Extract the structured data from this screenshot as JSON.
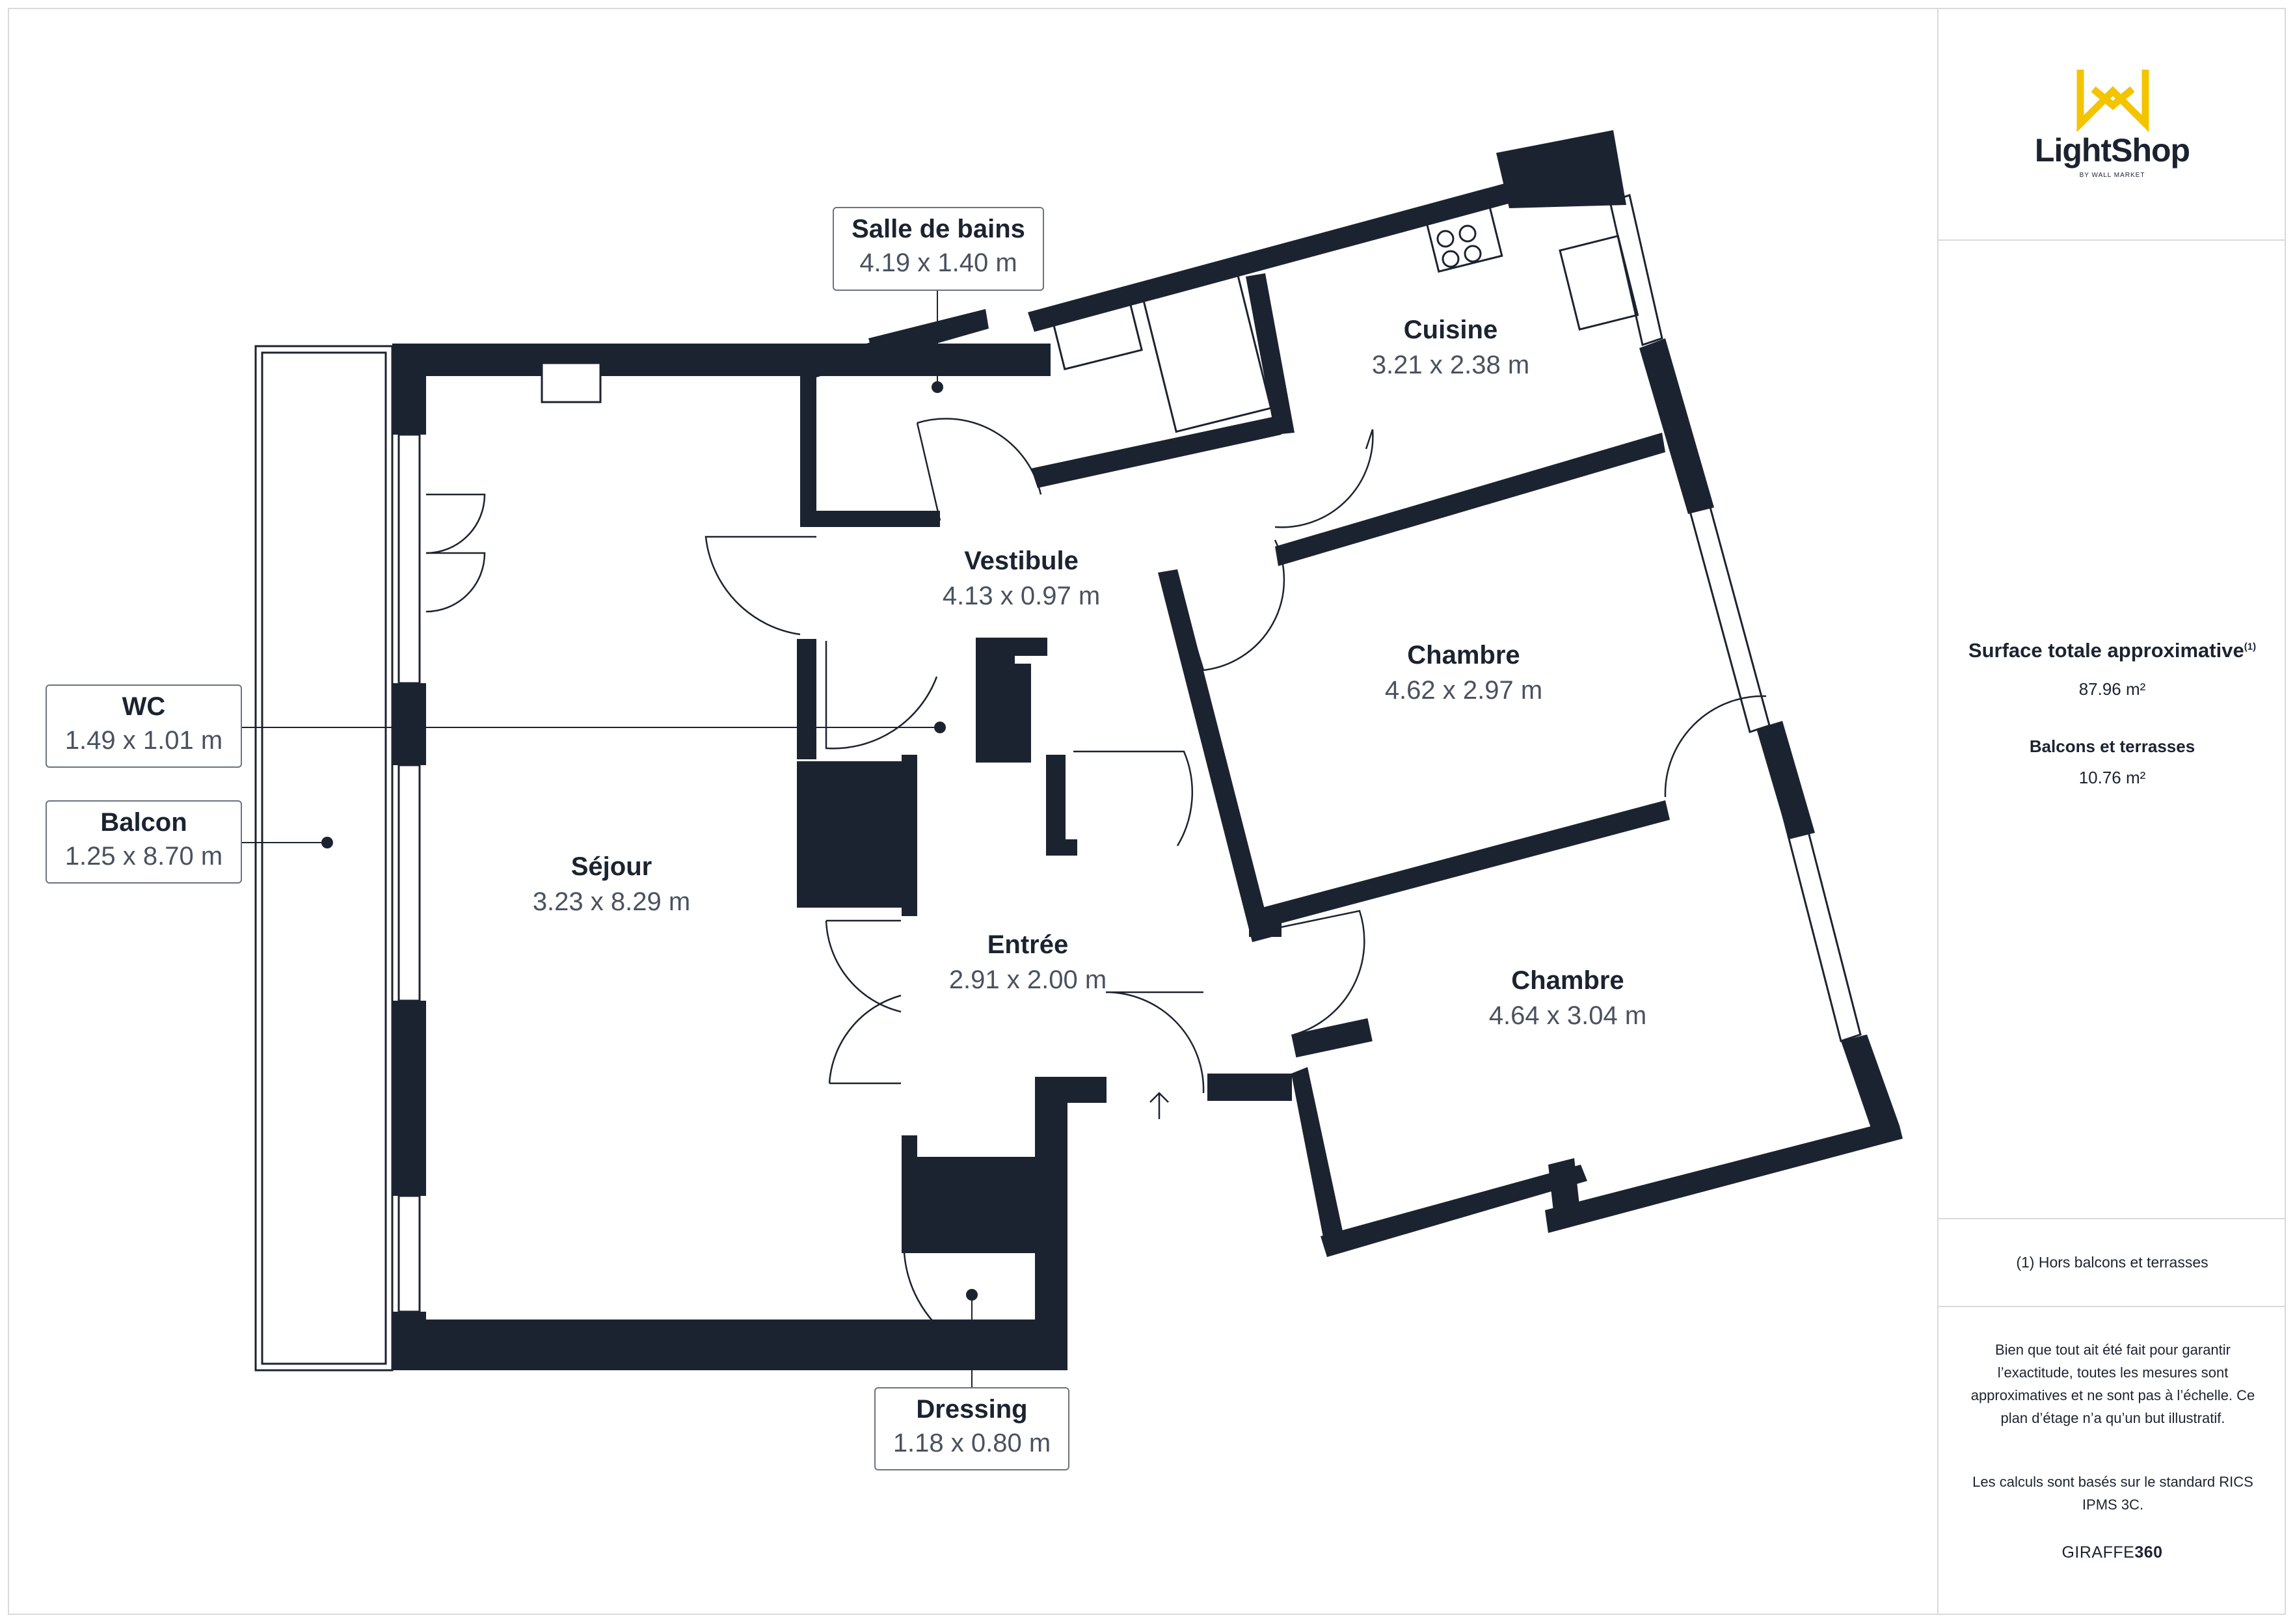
{
  "colors": {
    "wall": "#1c2330",
    "accent": "#f4c400",
    "border": "#d8dadd",
    "label_border": "#6b7280"
  },
  "brand": {
    "name": "LightShop",
    "tagline": "BY WALL MARKET"
  },
  "summary": {
    "total_label": "Surface totale approximative",
    "total_footnote": "(1)",
    "total_value": "87.96 m²",
    "balcony_label": "Balcons et terrasses",
    "balcony_value": "10.76 m²",
    "footnote": "(1) Hors balcons et terrasses",
    "disclaimer": "Bien que tout ait été fait pour garantir l’exactitude, toutes les mesures sont approximatives et ne sont pas à l’échelle. Ce plan d’étage n’a qu’un but illustratif.",
    "standard": "Les calculs sont basés sur le standard RICS IPMS 3C.",
    "provider_a": "GIRAFFE",
    "provider_b": "360"
  },
  "rooms": {
    "salle_de_bains": {
      "name": "Salle de bains",
      "dim": "4.19 x 1.40 m"
    },
    "cuisine": {
      "name": "Cuisine",
      "dim": "3.21 x 2.38 m"
    },
    "vestibule": {
      "name": "Vestibule",
      "dim": "4.13 x 0.97 m"
    },
    "chambre_1": {
      "name": "Chambre",
      "dim": "4.62 x 2.97 m"
    },
    "chambre_2": {
      "name": "Chambre",
      "dim": "4.64 x 3.04 m"
    },
    "wc": {
      "name": "WC",
      "dim": "1.49 x 1.01 m"
    },
    "balcon": {
      "name": "Balcon",
      "dim": "1.25 x 8.70 m"
    },
    "sejour": {
      "name": "Séjour",
      "dim": "3.23 x 8.29 m"
    },
    "entree": {
      "name": "Entrée",
      "dim": "2.91 x 2.00 m"
    },
    "dressing": {
      "name": "Dressing",
      "dim": "1.18 x 0.80 m"
    }
  },
  "icons": [
    "lightshop-logo-icon",
    "entrance-arrow-icon",
    "cooktop-icon",
    "sink-icon",
    "shower-icon",
    "fireplace-icon",
    "door-swing-icon",
    "window-icon"
  ]
}
